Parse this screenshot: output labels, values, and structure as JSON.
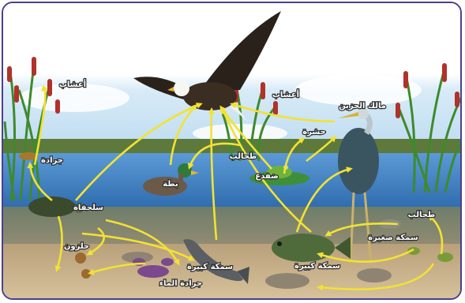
{
  "colors": {
    "frame": "#4b3f8f",
    "arrow": "#f2e233",
    "water": "#3f7fc0",
    "sky": "#cfe6f5",
    "ground": "#c8b08a"
  },
  "labels": {
    "grass_left": "أعشاب",
    "grass_mid": "أعشاب",
    "grasshopper": "جرادة",
    "turtle": "سلحفاة",
    "snail": "حلزون",
    "crayfish": "جرادة الماء",
    "duck": "بطة",
    "frog": "ضفدع",
    "insect": "حشرة",
    "heron": "مالك الحزين",
    "algae_mid": "طحالب",
    "algae_right": "طحالب",
    "small_fish": "سمكة صغيرة",
    "big_fish_left": "سمكة كبيرة",
    "big_fish_center": "سمكة كبيرة"
  }
}
